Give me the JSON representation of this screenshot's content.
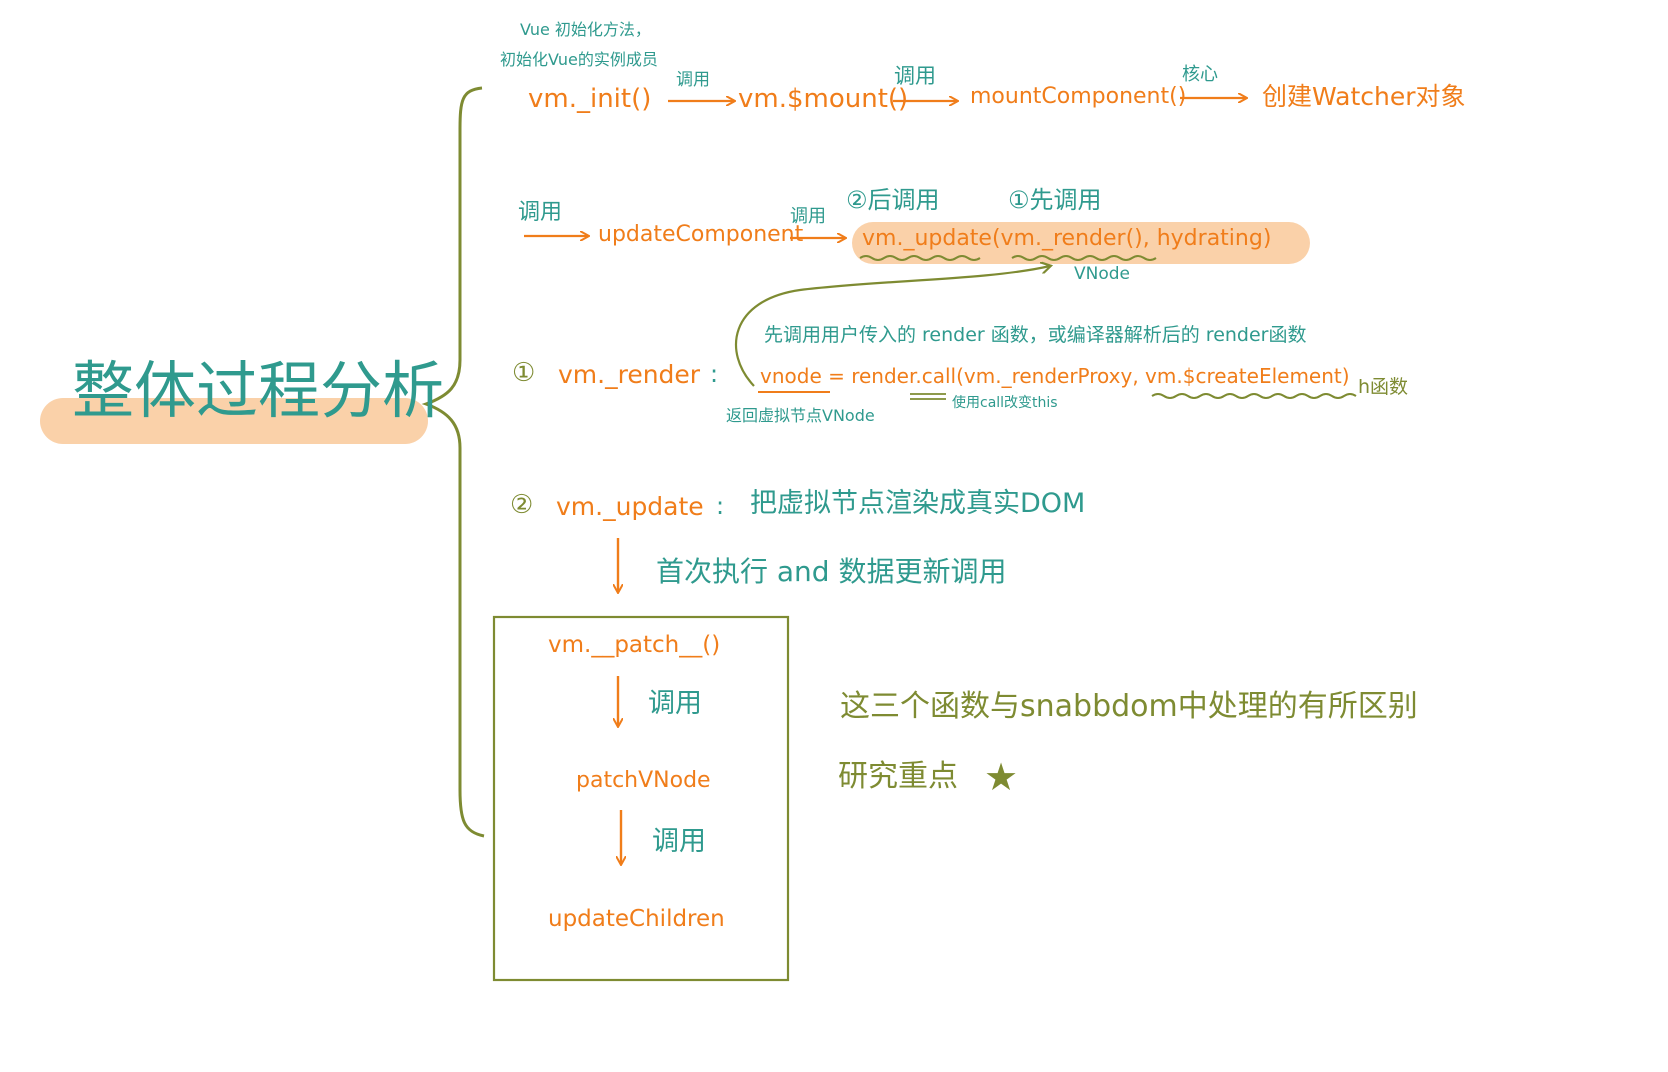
{
  "title": "整体过程分析",
  "row1": {
    "note": [
      "Vue 初始化方法，",
      "初始化Vue的实例成员"
    ],
    "init": "vm._init()",
    "call1": "调用",
    "mount": "vm.$mount()",
    "call2": "调用",
    "mount_component": "mountComponent()",
    "core": "核心",
    "create_watcher": "创建Watcher对象"
  },
  "row2": {
    "call": "调用",
    "update_component": "updateComponent",
    "call2": "调用",
    "step2_label": "②后调用",
    "step1_label": "①先调用",
    "update_call": "vm._update(vm._render(), hydrating)",
    "vnode": "VNode"
  },
  "render": {
    "step": "①",
    "name": "vm._render",
    "colon": ":",
    "desc": "先调用用户传入的 render 函数，或编译器解析后的 render函数",
    "code": "vnode = render.call(vm._renderProxy, vm.$createElement)",
    "h_fn": "h函数",
    "return_note": "返回虚拟节点VNode",
    "call_note": "使用call改变this"
  },
  "update": {
    "step": "②",
    "name": "vm._update",
    "colon": ":",
    "desc": "把虚拟节点渲染成真实DOM",
    "exec_note": "首次执行 and 数据更新调用"
  },
  "box": {
    "patch": "vm.__patch__()",
    "call1": "调用",
    "patch_vnode": "patchVNode",
    "call2": "调用",
    "update_children": "updateChildren"
  },
  "side_note": {
    "line1": "这三个函数与snabbdom中处理的有所区别",
    "line2": "研究重点",
    "star": "★"
  },
  "colors": {
    "orange": "#f07d1a",
    "teal": "#2f9a8e",
    "olive": "#7e8b32",
    "highlight": "#f9c99a"
  }
}
